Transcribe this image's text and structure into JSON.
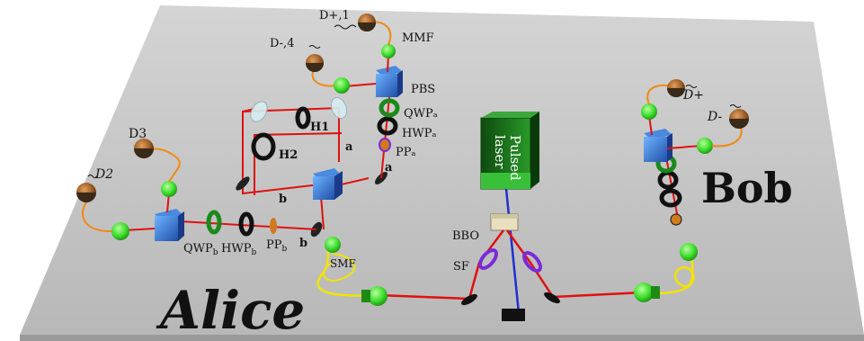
{
  "labels": {
    "d_plus_1": "D+,1",
    "mmf": "MMF",
    "d_minus_4": "D-,4",
    "pbs": "PBS",
    "qwp_a": "QWPₐ",
    "hwp_a": "HWPₐ",
    "pp_a": "PPₐ",
    "h1": "H1",
    "h2": "H2",
    "a_upper": "a",
    "a_lower": "a",
    "b_upper": "b",
    "b_lower": "b",
    "d3": "D3",
    "d2": "D2",
    "qwp_b": "QWP",
    "qwp_b_sub": "b",
    "hwp_b": "HWP",
    "hwp_b_sub": "b",
    "pp_b": "PP",
    "pp_b_sub": "b",
    "smf": "SMF",
    "alice": "Alice",
    "bbo": "BBO",
    "sf": "SF",
    "laser_line1": "Pulsed",
    "laser_line2": "laser",
    "d_plus_bob": "D+",
    "d_minus_bob": "D-",
    "bob": "Bob"
  },
  "colors": {
    "table": "#c6c6c6",
    "beam_red": "#e01010",
    "beam_blue": "#1f2fd0",
    "fiber_orange": "#f08a10",
    "fiber_yellow": "#f2e400",
    "coupler_green": "#3bdc2a",
    "cube_blue": "#2f7fd8",
    "laser_green": "#1c7a1c",
    "wp_green": "#1a8a1a",
    "wp_black": "#111111",
    "pp_orange": "#d07a20",
    "sf_purple": "#7a2bd8",
    "detector_brown": "#9a5a22"
  }
}
